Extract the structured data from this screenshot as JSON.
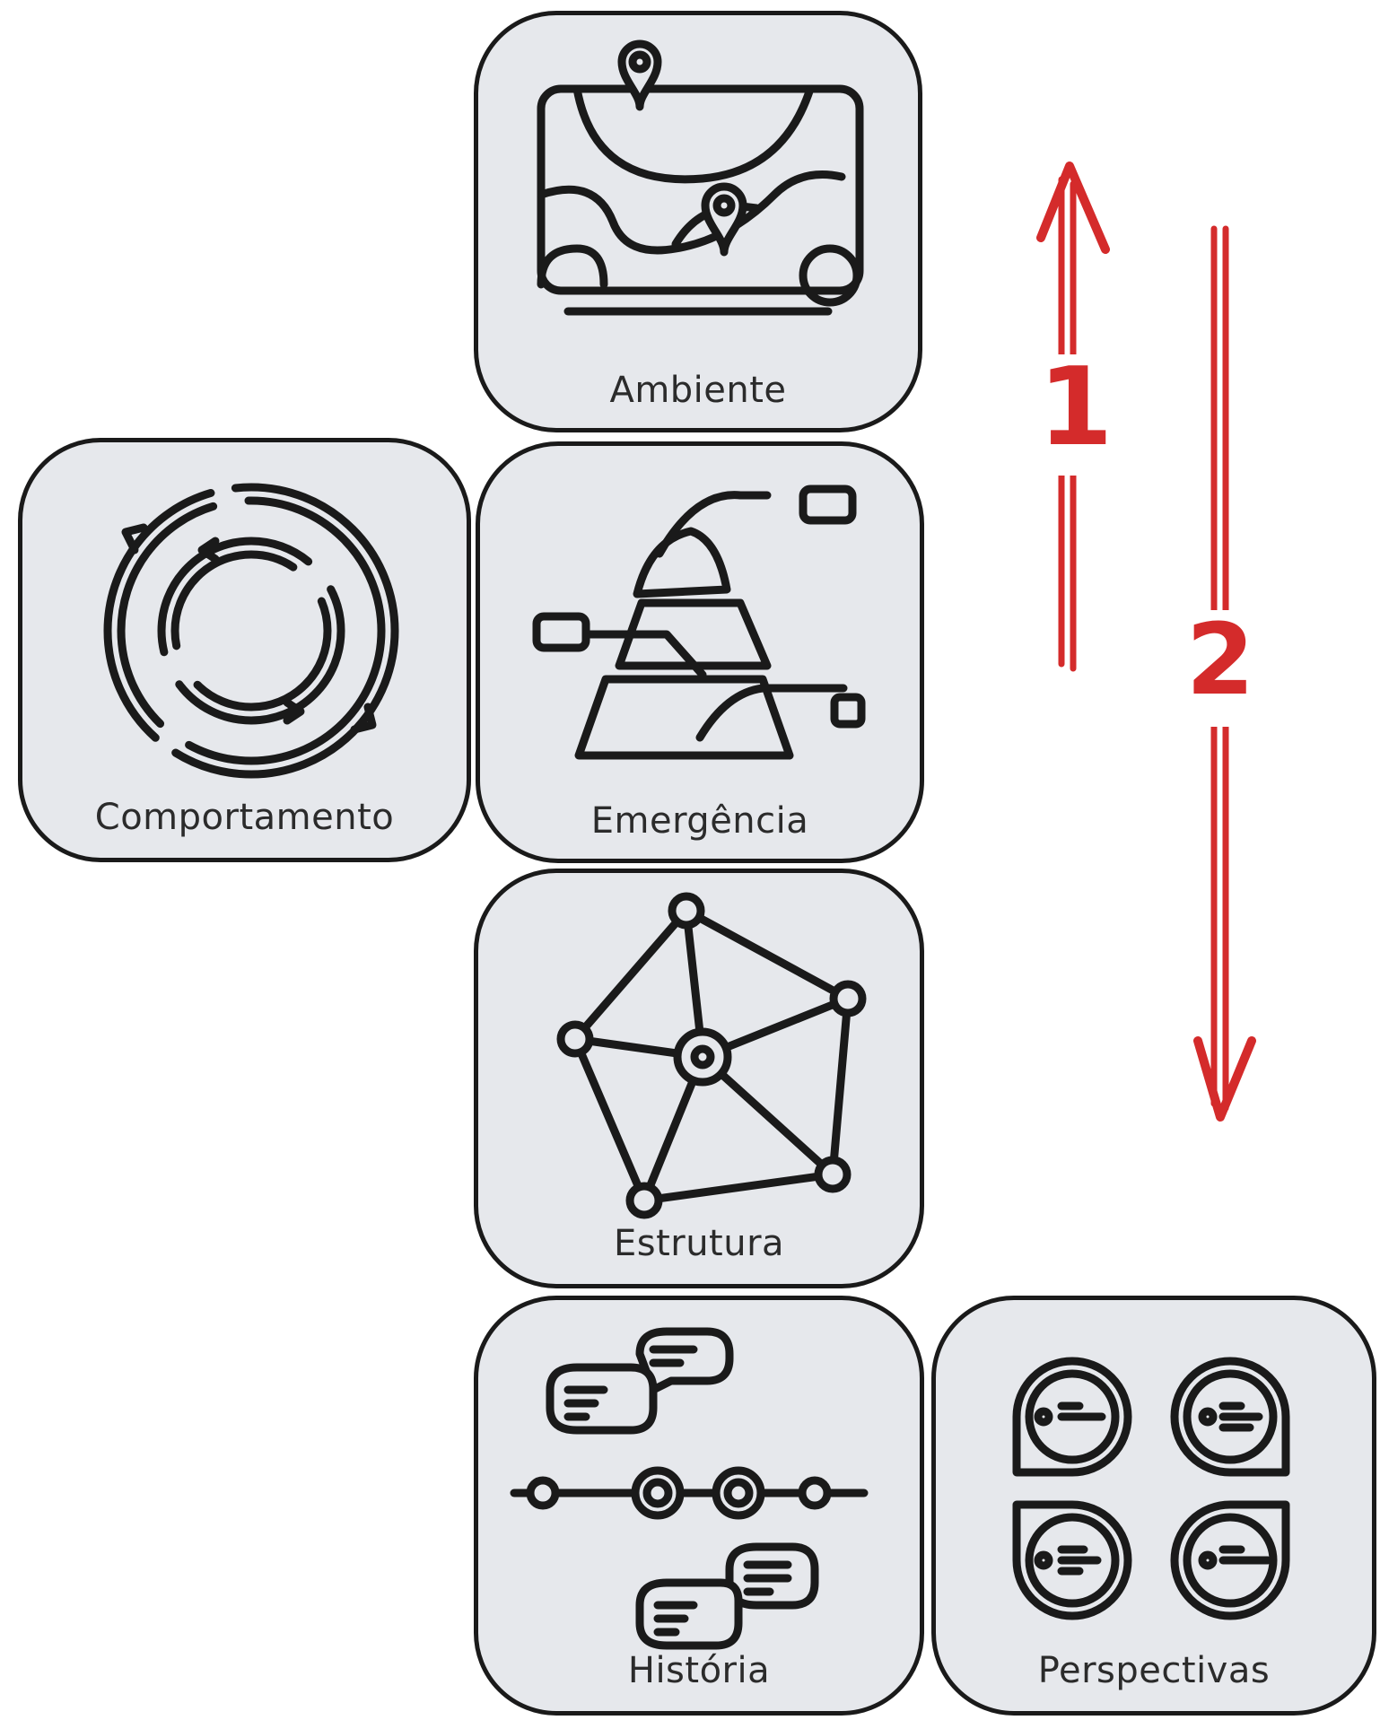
{
  "cards": {
    "ambiente": {
      "label": "Ambiente",
      "icon": "map-icon"
    },
    "comportamento": {
      "label": "Comportamento",
      "icon": "cycle-icon"
    },
    "emergencia": {
      "label": "Emergência",
      "icon": "pyramid-icon"
    },
    "estrutura": {
      "label": "Estrutura",
      "icon": "network-icon"
    },
    "historia": {
      "label": "História",
      "icon": "timeline-icon"
    },
    "perspectivas": {
      "label": "Perspectivas",
      "icon": "perspectives-icon"
    }
  },
  "arrows": {
    "first": {
      "label": "1",
      "direction": "up"
    },
    "second": {
      "label": "2",
      "direction": "down"
    }
  },
  "colors": {
    "arrow": "#d42b2b",
    "card": "#e6e8ec",
    "stroke": "#1a1a1a"
  }
}
